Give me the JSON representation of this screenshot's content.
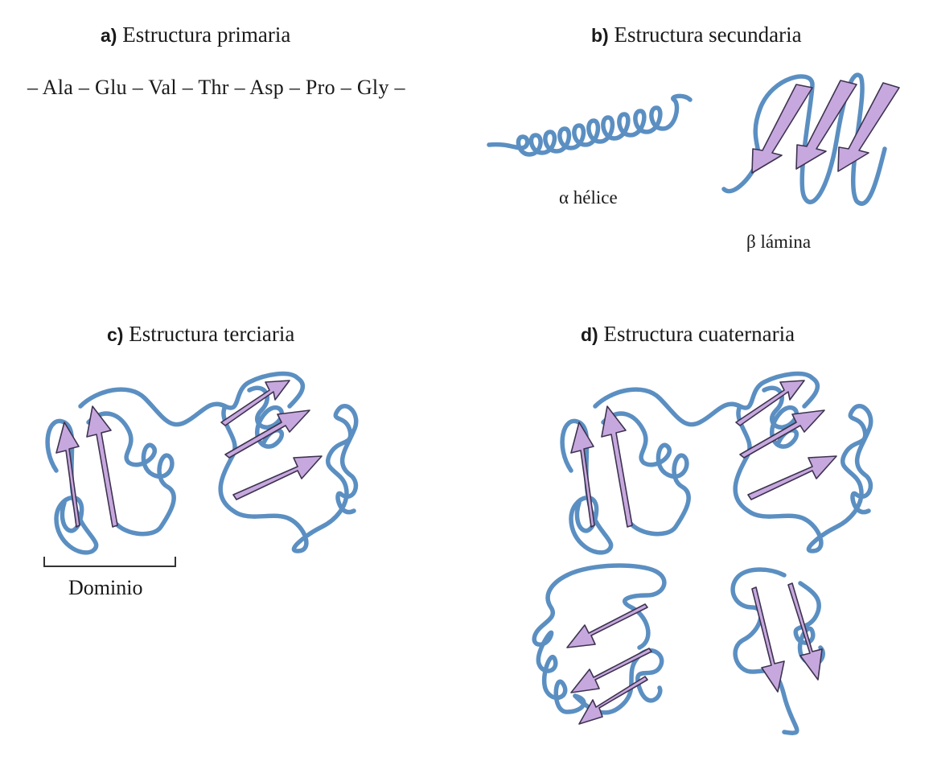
{
  "panels": {
    "a": {
      "letter": "a)",
      "title": "Estructura primaria",
      "sequence": "– Ala – Glu – Val – Thr – Asp – Pro – Gly –"
    },
    "b": {
      "letter": "b)",
      "title": "Estructura secundaria",
      "helix_label": "α hélice",
      "sheet_label": "β lámina"
    },
    "c": {
      "letter": "c)",
      "title": "Estructura terciaria",
      "domain_label": "Dominio"
    },
    "d": {
      "letter": "d)",
      "title": "Estructura cuaternaria"
    }
  },
  "colors": {
    "ribbon": "#5b8fc2",
    "strand": "#c7a8de",
    "text": "#1a1a1a"
  },
  "icons": {
    "helix": "alpha-helix-icon",
    "strand": "beta-strand-arrow-icon"
  }
}
